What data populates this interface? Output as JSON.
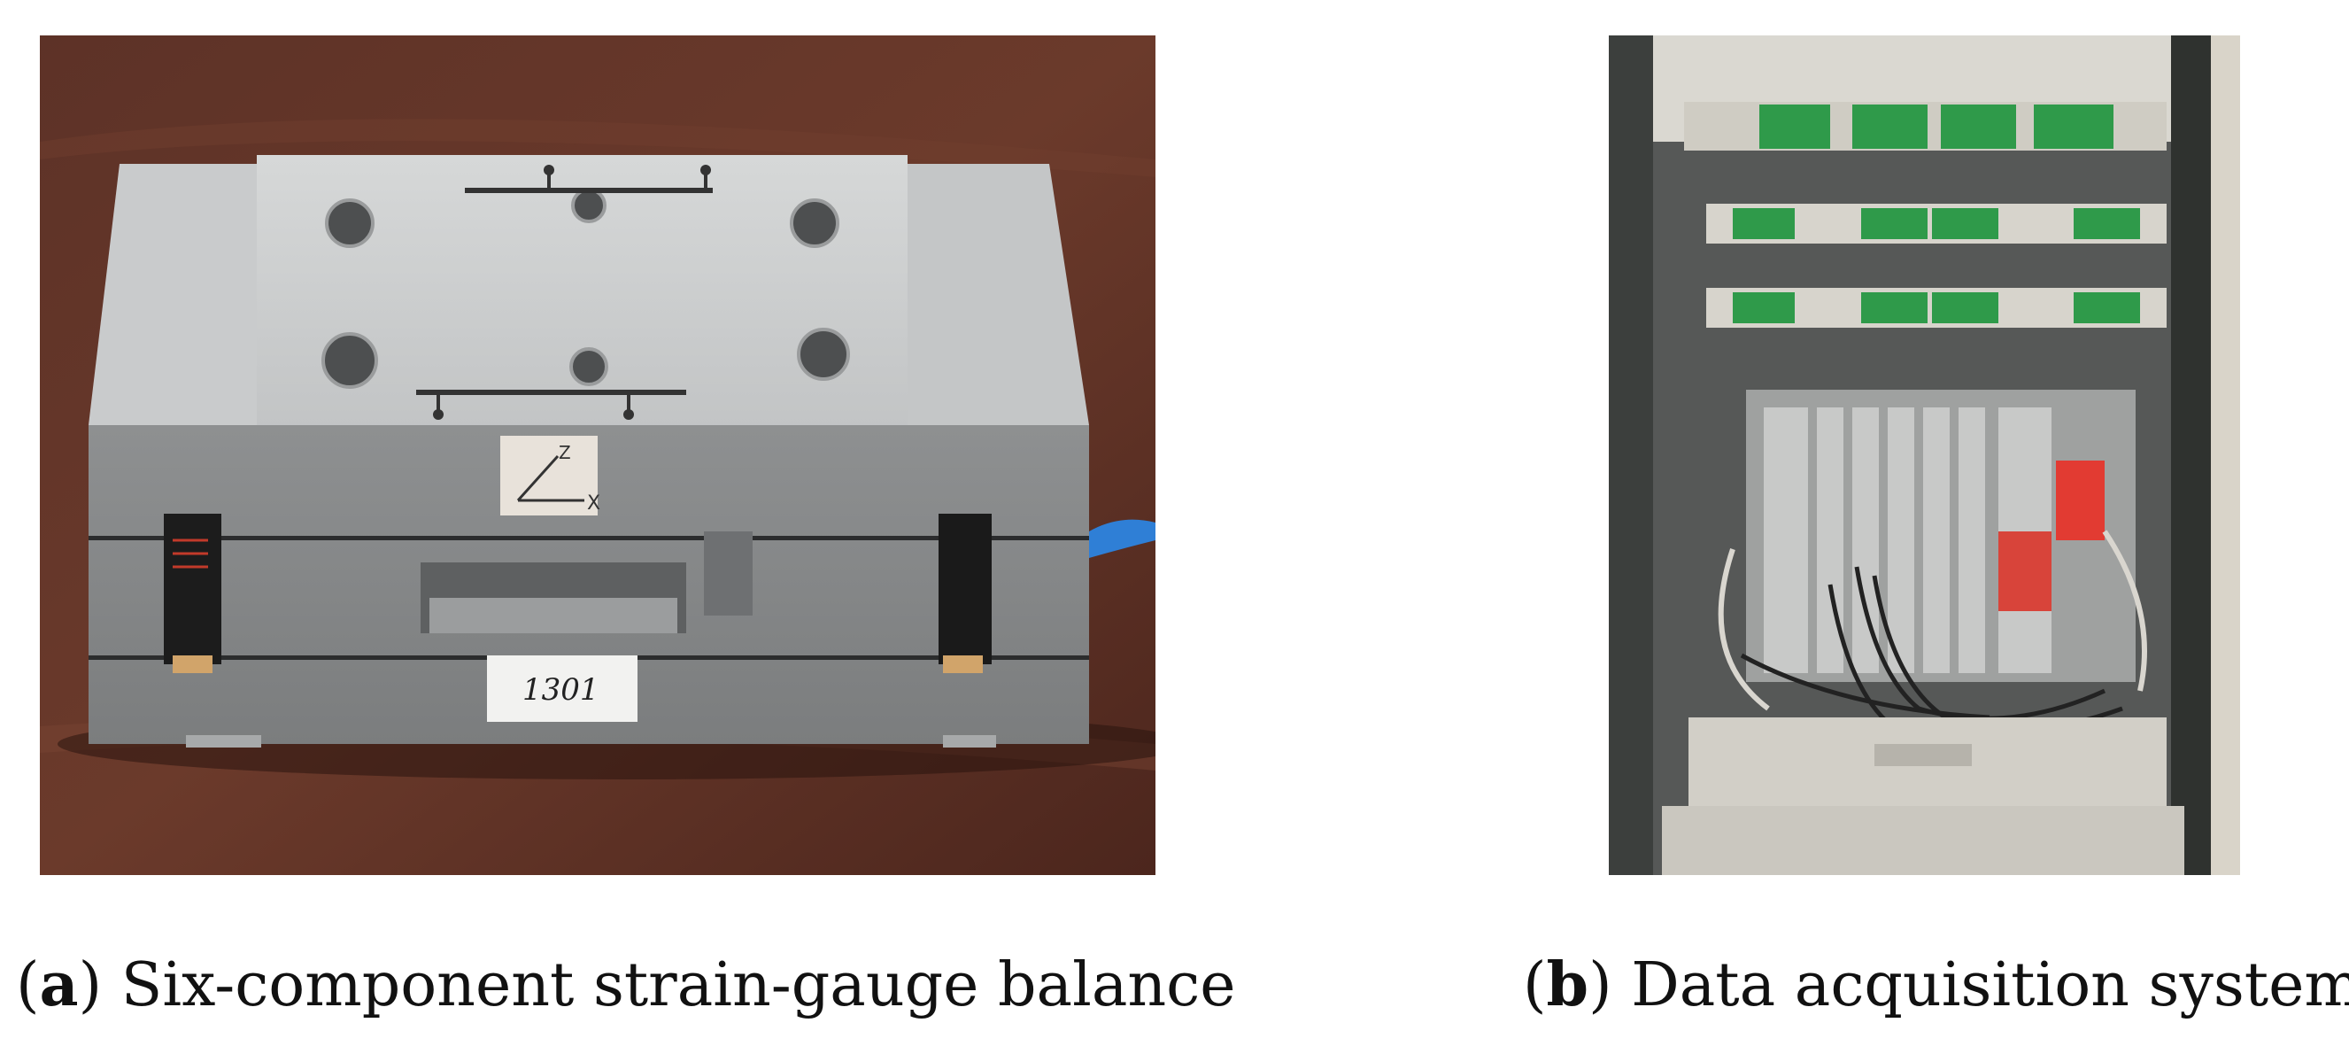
{
  "figure": {
    "panel_a": {
      "letter": "a",
      "caption": "Six-component strain-gauge balance",
      "label_sticker": "1301",
      "axis_x": "X",
      "axis_z": "Z"
    },
    "panel_b": {
      "letter": "b",
      "caption": "Data acquisition system"
    }
  },
  "colors": {
    "table_wood": "#5a2e22",
    "steel": "#b9bcbd",
    "terminal_green": "#2f9a4a",
    "rack_frame": "#3a3c3a"
  }
}
